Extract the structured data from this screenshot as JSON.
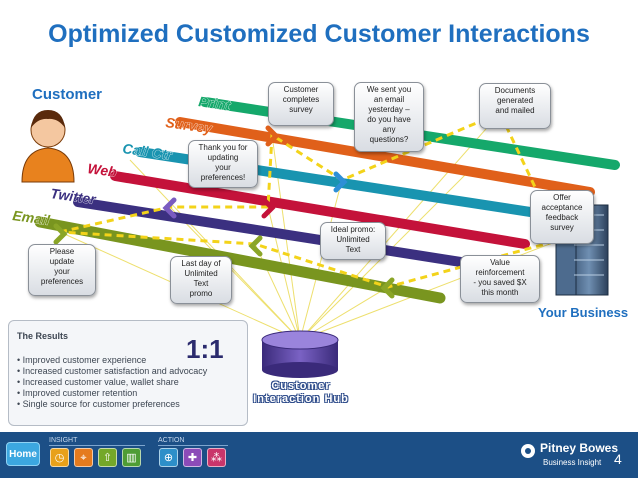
{
  "title": "Optimized Customized Customer Interactions",
  "customer_label": "Customer",
  "business_label": "Your Business",
  "channels": [
    {
      "label": "Print",
      "color": "#15a86b"
    },
    {
      "label": "Survey",
      "color": "#e0601a"
    },
    {
      "label": "Call Ctr",
      "color": "#1994b0"
    },
    {
      "label": "Web",
      "color": "#c4123a"
    },
    {
      "label": "Twitter",
      "color": "#3b3080"
    },
    {
      "label": "Email",
      "color": "#79951f"
    }
  ],
  "callouts": {
    "customer_completes_survey": "Customer\ncompletes\nsurvey",
    "we_sent_email": "We sent you\nan email\nyesterday –\ndo you have\nany\nquestions?",
    "documents_generated": "Documents\ngenerated\nand mailed",
    "thank_you": "Thank you for\nupdating\nyour\npreferences!",
    "offer_acceptance": "Offer\nacceptance\nfeedback\nsurvey",
    "ideal_promo": "Ideal promo:\nUnlimited\nText",
    "please_update": "Please\nupdate\nyour\npreferences",
    "last_day": "Last day of\nUnlimited\nText\npromo",
    "value_reinforcement": "Value\nreinforcement\n- you saved $X\nthis month"
  },
  "results": {
    "title": "The Results",
    "items": [
      "Improved customer experience",
      "Increased customer satisfaction and advocacy",
      "Increased customer value, wallet share",
      "Improved customer retention",
      "Single source for customer preferences"
    ]
  },
  "one_to_one": "1:1",
  "hub_label": "Customer\nInteraction Hub",
  "footer": {
    "home": "Home",
    "insight_label": "INSIGHT",
    "action_label": "ACTION",
    "brand": "Pitney Bowes",
    "brand_sub": "Business Insight",
    "page_number": "4",
    "icons": [
      {
        "name": "clock-icon",
        "glyph": "◷",
        "color": "#e8a11a"
      },
      {
        "name": "target-icon",
        "glyph": "⌖",
        "color": "#e57b1e"
      },
      {
        "name": "home-arrow-icon",
        "glyph": "⇧",
        "color": "#74a829"
      },
      {
        "name": "bar-chart-icon",
        "glyph": "▥",
        "color": "#4f9d35"
      },
      {
        "name": "globe-icon",
        "glyph": "⊕",
        "color": "#2d8fc9"
      },
      {
        "name": "plus-icon",
        "glyph": "✚",
        "color": "#8b4bb8"
      },
      {
        "name": "network-icon",
        "glyph": "⁂",
        "color": "#c9356b"
      }
    ]
  }
}
